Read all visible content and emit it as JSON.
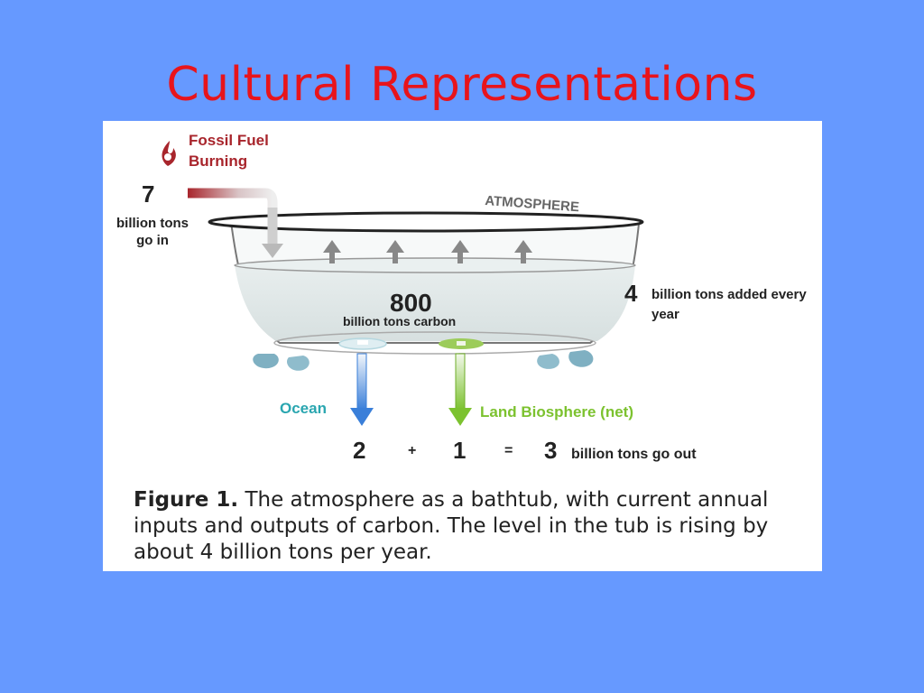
{
  "slide": {
    "title": "Cultural Representations"
  },
  "figure": {
    "fossil_label": "Fossil Fuel Burning",
    "input_value": "7",
    "input_label": "billion tons go in",
    "atmosphere_label": "ATMOSPHERE",
    "stock_value": "800",
    "stock_label": "billion tons carbon",
    "added_value": "4",
    "added_label": "billion tons added every year",
    "ocean_label": "Ocean",
    "land_label": "Land Biosphere (net)",
    "equation": {
      "ocean_out": "2",
      "plus": "+",
      "land_out": "1",
      "equals": "=",
      "total_out": "3",
      "out_label": "billion tons go out"
    },
    "caption_lead": "Figure 1.",
    "caption_text": "The atmosphere as a bathtub, with current annual inputs and outputs of carbon.  The level in the tub is rising by about 4 billion tons per year.",
    "colors": {
      "fossil": "#a8252c",
      "ocean": "#2aa6b0",
      "ocean_arrow": "#3a7fd9",
      "land": "#7cc22f",
      "water": "#dfe7e7",
      "feet": "#7fb0c2"
    },
    "icons": [
      "flame-icon",
      "up-arrow-icon",
      "down-arrow-icon"
    ]
  }
}
